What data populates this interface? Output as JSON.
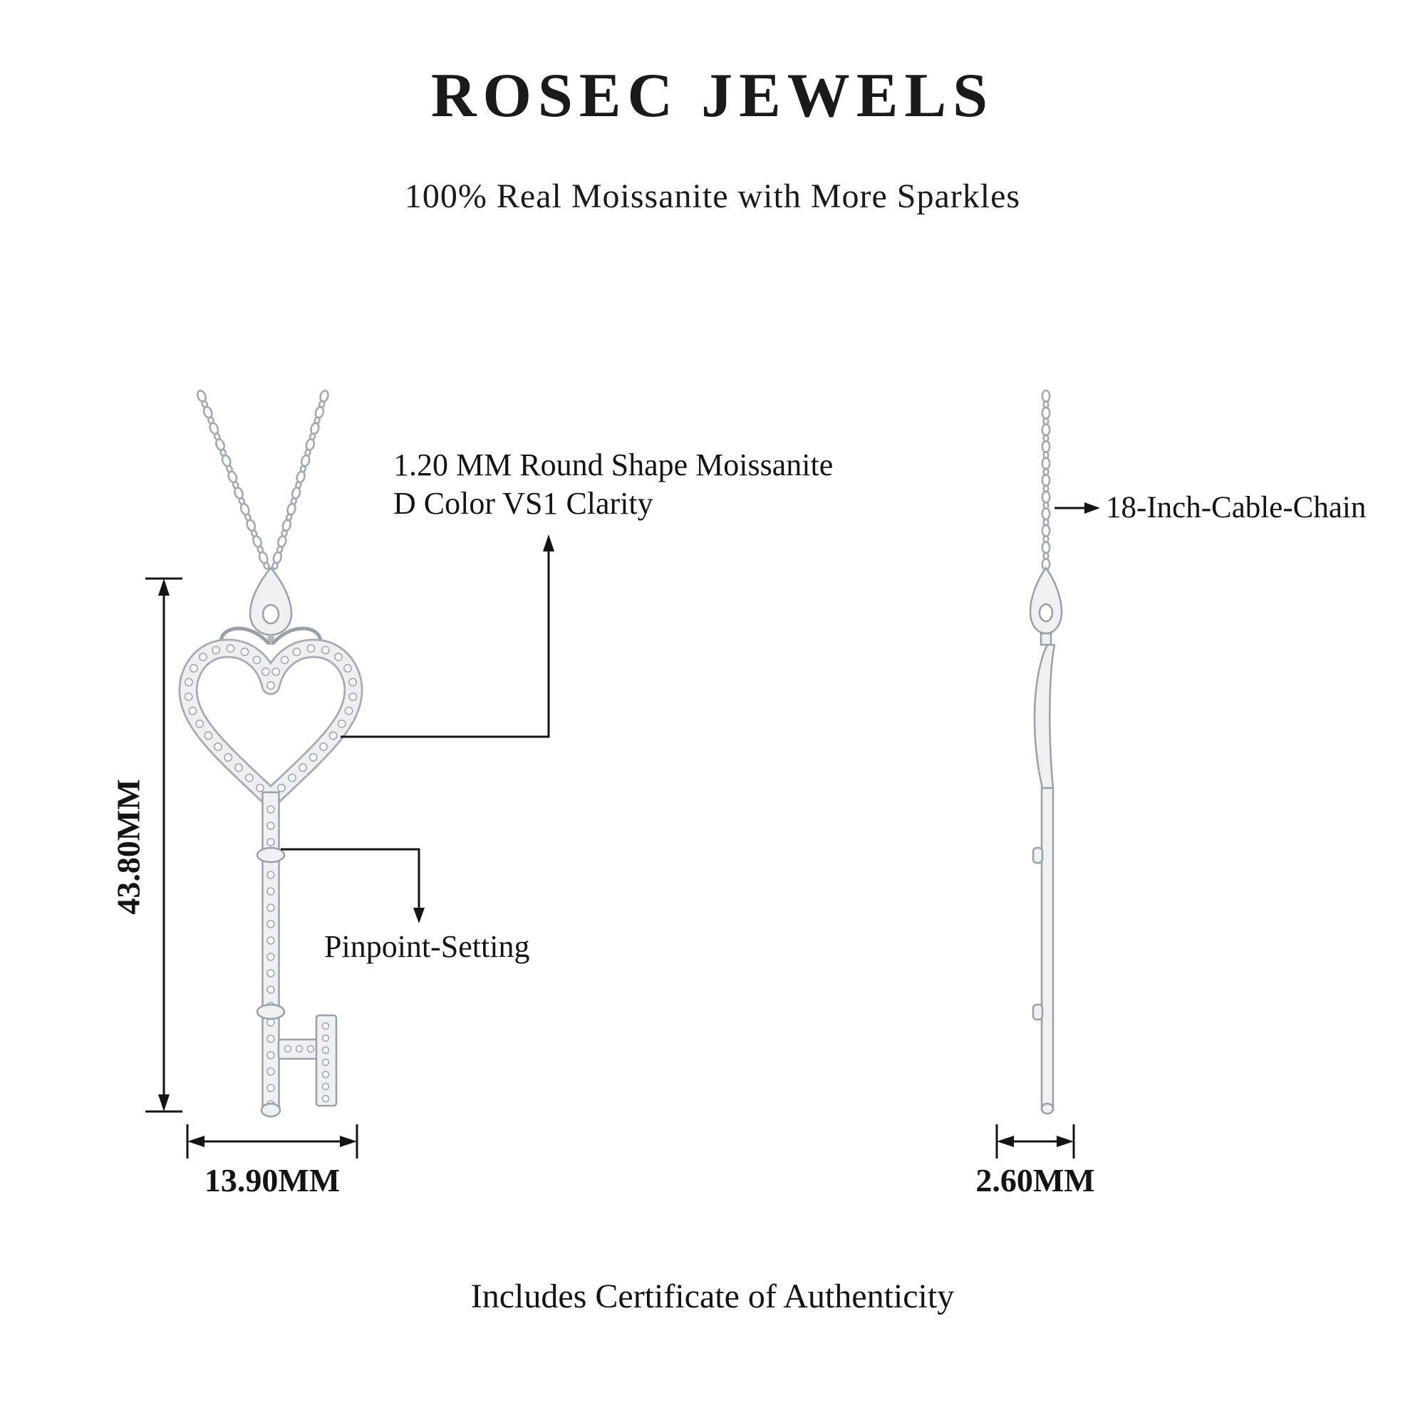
{
  "header": {
    "brand": "ROSEC JEWELS",
    "tagline": "100% Real Moissanite with More Sparkles"
  },
  "front_view": {
    "stone_annotation": {
      "line1": "1.20 MM Round Shape Moissanite",
      "line2": "D Color VS1 Clarity"
    },
    "setting_annotation": "Pinpoint-Setting",
    "height_dimension": "43.80MM",
    "width_dimension": "13.90MM"
  },
  "side_view": {
    "chain_annotation": "18-Inch-Cable-Chain",
    "thickness_dimension": "2.60MM"
  },
  "footer": {
    "certificate": "Includes Certificate of Authenticity"
  },
  "colors": {
    "metal_light": "#eef0f2",
    "metal_edge": "#9aa0a8",
    "ink": "#141414",
    "background": "#ffffff"
  }
}
